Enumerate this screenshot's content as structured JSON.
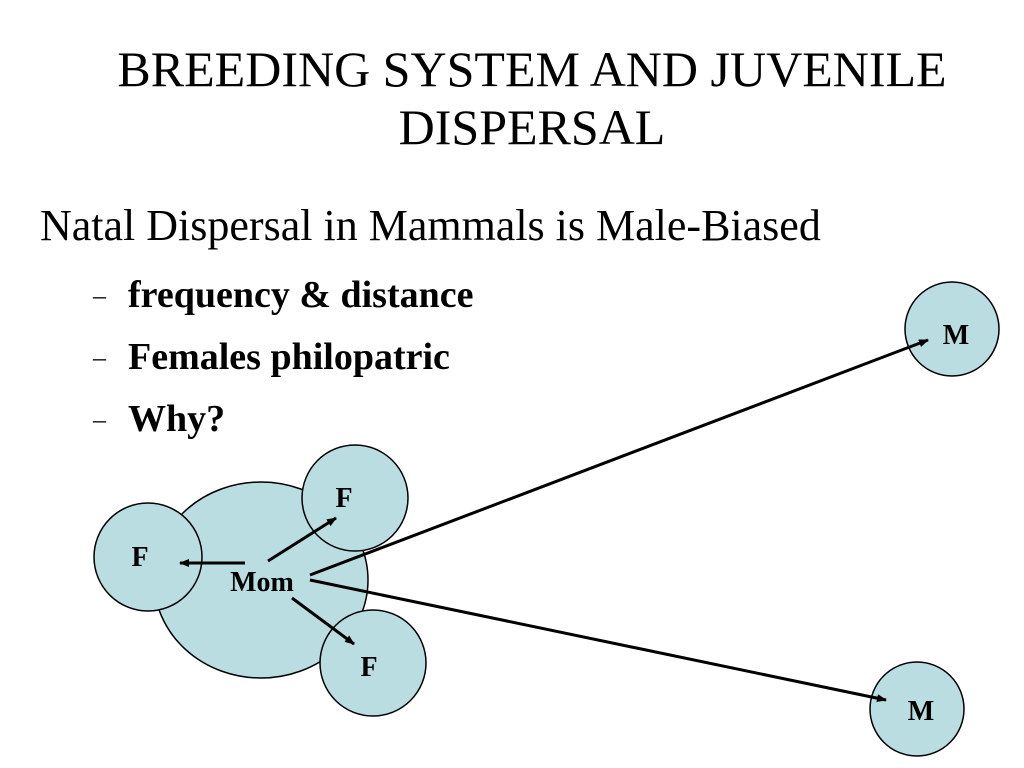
{
  "title": {
    "line1": "BREEDING SYSTEM AND JUVENILE",
    "line2": "DISPERSAL"
  },
  "subtitle": "Natal Dispersal in Mammals is Male-Biased",
  "bullets": [
    "frequency & distance",
    "Females philopatric",
    "Why?"
  ],
  "diagram": {
    "center_label": "Mom",
    "nodes": {
      "female_left": "F",
      "female_top": "F",
      "female_bottom": "F",
      "male_top": "M",
      "male_bottom": "M"
    },
    "fill_color": "#b9dde1",
    "stroke_color": "#000000"
  }
}
